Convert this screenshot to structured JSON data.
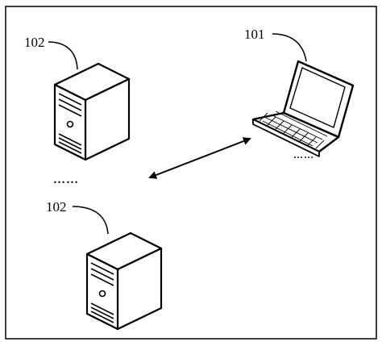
{
  "diagram": {
    "labels": {
      "server_top": "102",
      "laptop": "101",
      "server_bottom": "102"
    },
    "ellipsis_left": "……",
    "ellipsis_laptop": "……",
    "colors": {
      "stroke": "#000000",
      "fill": "#ffffff",
      "screen": "#ffffff"
    }
  }
}
